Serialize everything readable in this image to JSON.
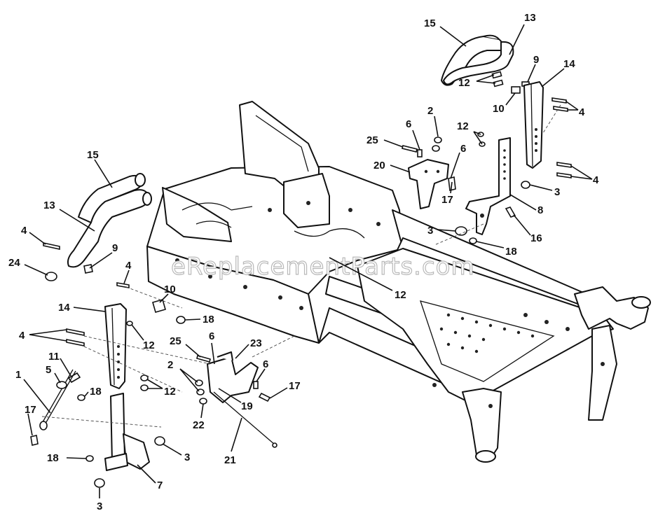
{
  "watermark": "eReplacementParts.com",
  "callouts": [
    {
      "id": "c15a",
      "text": "15"
    },
    {
      "id": "c13a",
      "text": "13"
    },
    {
      "id": "c9a",
      "text": "9"
    },
    {
      "id": "c14a",
      "text": "14"
    },
    {
      "id": "c12a",
      "text": "12"
    },
    {
      "id": "c10a",
      "text": "10"
    },
    {
      "id": "c4a",
      "text": "4"
    },
    {
      "id": "c2a",
      "text": "2"
    },
    {
      "id": "c6a",
      "text": "6"
    },
    {
      "id": "c25a",
      "text": "25"
    },
    {
      "id": "c12b",
      "text": "12"
    },
    {
      "id": "c6b",
      "text": "6"
    },
    {
      "id": "c20",
      "text": "20"
    },
    {
      "id": "c4b",
      "text": "4"
    },
    {
      "id": "c3a",
      "text": "3"
    },
    {
      "id": "c17a",
      "text": "17"
    },
    {
      "id": "c8",
      "text": "8"
    },
    {
      "id": "c16",
      "text": "16"
    },
    {
      "id": "c3b",
      "text": "3"
    },
    {
      "id": "c18a",
      "text": "18"
    },
    {
      "id": "c15b",
      "text": "15"
    },
    {
      "id": "c13b",
      "text": "13"
    },
    {
      "id": "c4c",
      "text": "4"
    },
    {
      "id": "c9b",
      "text": "9"
    },
    {
      "id": "c24",
      "text": "24"
    },
    {
      "id": "c4d",
      "text": "4"
    },
    {
      "id": "c12c",
      "text": "12"
    },
    {
      "id": "c10b",
      "text": "10"
    },
    {
      "id": "c14b",
      "text": "14"
    },
    {
      "id": "c18b",
      "text": "18"
    },
    {
      "id": "c12d",
      "text": "12"
    },
    {
      "id": "c4e",
      "text": "4"
    },
    {
      "id": "c11",
      "text": "11"
    },
    {
      "id": "c5",
      "text": "5"
    },
    {
      "id": "c1",
      "text": "1"
    },
    {
      "id": "c18c",
      "text": "18"
    },
    {
      "id": "c12e",
      "text": "12"
    },
    {
      "id": "c25b",
      "text": "25"
    },
    {
      "id": "c6c",
      "text": "6"
    },
    {
      "id": "c23",
      "text": "23"
    },
    {
      "id": "c2b",
      "text": "2"
    },
    {
      "id": "c6d",
      "text": "6"
    },
    {
      "id": "c17b",
      "text": "17"
    },
    {
      "id": "c19",
      "text": "19"
    },
    {
      "id": "c22",
      "text": "22"
    },
    {
      "id": "c17c",
      "text": "17"
    },
    {
      "id": "c21",
      "text": "21"
    },
    {
      "id": "c18d",
      "text": "18"
    },
    {
      "id": "c3c",
      "text": "3"
    },
    {
      "id": "c7",
      "text": "7"
    },
    {
      "id": "c3d",
      "text": "3"
    }
  ]
}
